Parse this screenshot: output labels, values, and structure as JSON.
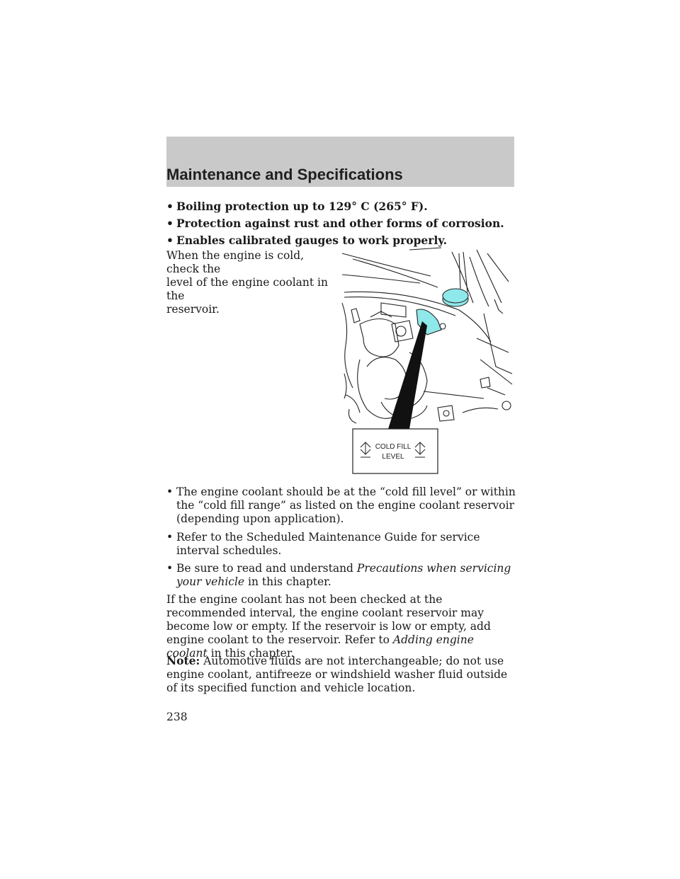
{
  "header": {
    "title": "Maintenance and Specifications"
  },
  "bold_bullets": [
    "Boiling protection up to 129° C (265° F).",
    "Protection against rust and other forms of corrosion.",
    "Enables calibrated gauges to work properly."
  ],
  "bullet_glyph": "•",
  "intro": "When the engine is cold, check the level of the engine coolant in the reservoir.",
  "intro_lines": [
    "When the engine is cold, check the",
    "level of the engine coolant in the",
    "reservoir."
  ],
  "figure": {
    "label_line1": "COLD FILL",
    "label_line2": "LEVEL",
    "reservoir_color": "#8fe8ea",
    "cap_color": "#8fe8ea"
  },
  "bullets": [
    {
      "text": "The engine coolant should be at the “cold fill level” or within the “cold fill range” as listed on the engine coolant reservoir (depending upon application)."
    },
    {
      "text": "Refer to the Scheduled Maintenance Guide for service interval schedules."
    },
    {
      "prefix": "Be sure to read and understand ",
      "italic": "Precautions when servicing your vehicle",
      "suffix": " in this chapter."
    }
  ],
  "paragraph": {
    "text": "If the engine coolant has not been checked at the recommended interval, the engine coolant reservoir may become low or empty. If the reservoir is low or empty, add engine coolant to the reservoir. Refer to ",
    "italic": "Adding engine coolant",
    "suffix": " in this chapter."
  },
  "note": {
    "label": "Note:",
    "text": "Automotive fluids are not interchangeable; do not use engine coolant, antifreeze or windshield washer fluid outside of its specified function and vehicle location."
  },
  "page_number": "238"
}
